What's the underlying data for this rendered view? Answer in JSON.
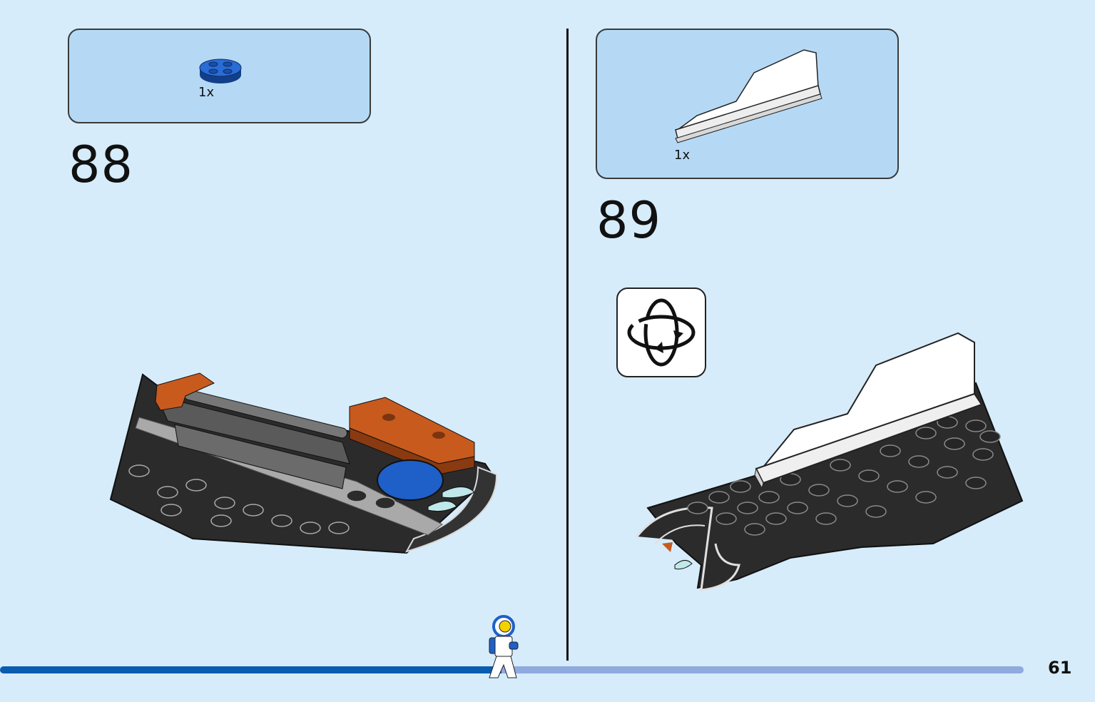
{
  "steps": [
    {
      "number": "88",
      "parts": [
        {
          "quantity": "1x",
          "part": "blue-round-plate-2x2"
        }
      ]
    },
    {
      "number": "89",
      "parts": [
        {
          "quantity": "1x",
          "part": "white-tail-fin-slope"
        }
      ],
      "callout": "rotate-model-icon"
    }
  ],
  "page": {
    "number": "61"
  },
  "progress": {
    "fraction": 0.49
  },
  "colors": {
    "background": "#d6ecfb",
    "parts_box": "#b5d9f5",
    "progress_fill": "#0a5cb0",
    "progress_track": "#8faadf",
    "brick_black": "#2b2b2b",
    "brick_orange": "#c85a1e",
    "brick_blue": "#1f5fc8"
  }
}
